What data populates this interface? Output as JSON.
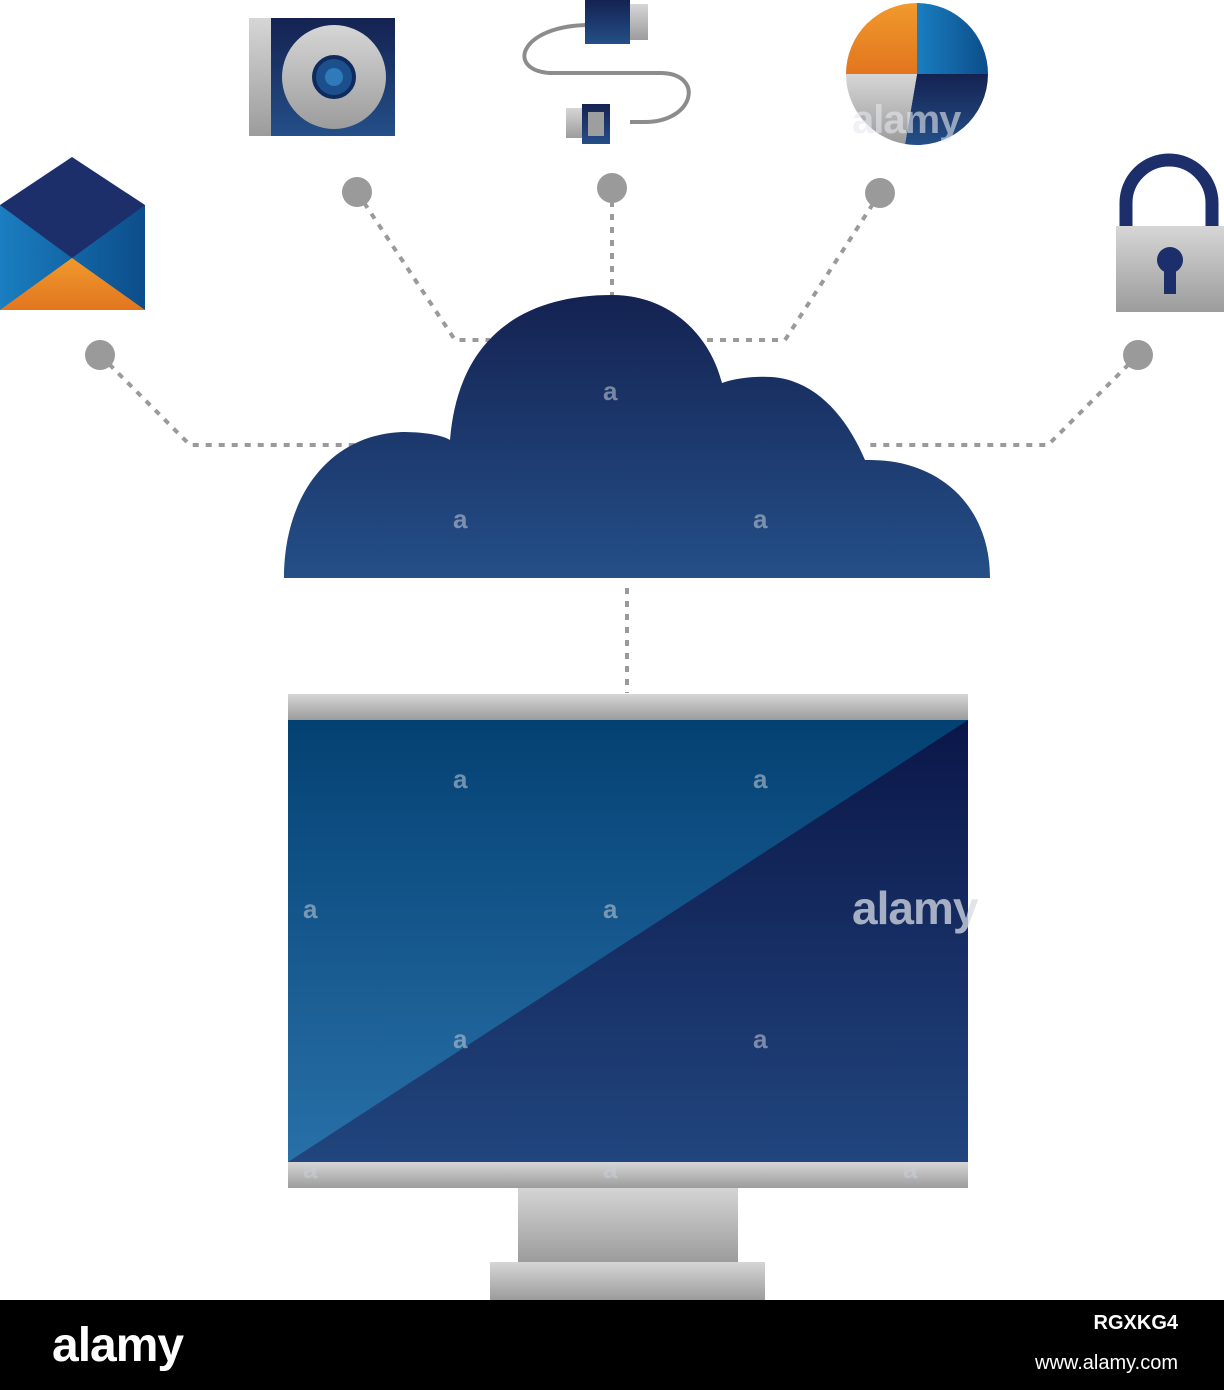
{
  "watermark": {
    "brand": "alamy",
    "mark": "a"
  },
  "footer": {
    "logo": "alamy",
    "image_id": "RGXKG4",
    "url": "www.alamy.com"
  },
  "colors": {
    "navy": "#1c2f6b",
    "blue": "#1f5f9c",
    "orange": "#e8892a",
    "gray": "#bfbfbf",
    "dot_gray": "#9a9a9a"
  },
  "icons": [
    "envelope-icon",
    "cd-disc-icon",
    "usb-cable-icon",
    "pie-chart-icon",
    "padlock-icon",
    "cloud-icon",
    "monitor-icon"
  ]
}
